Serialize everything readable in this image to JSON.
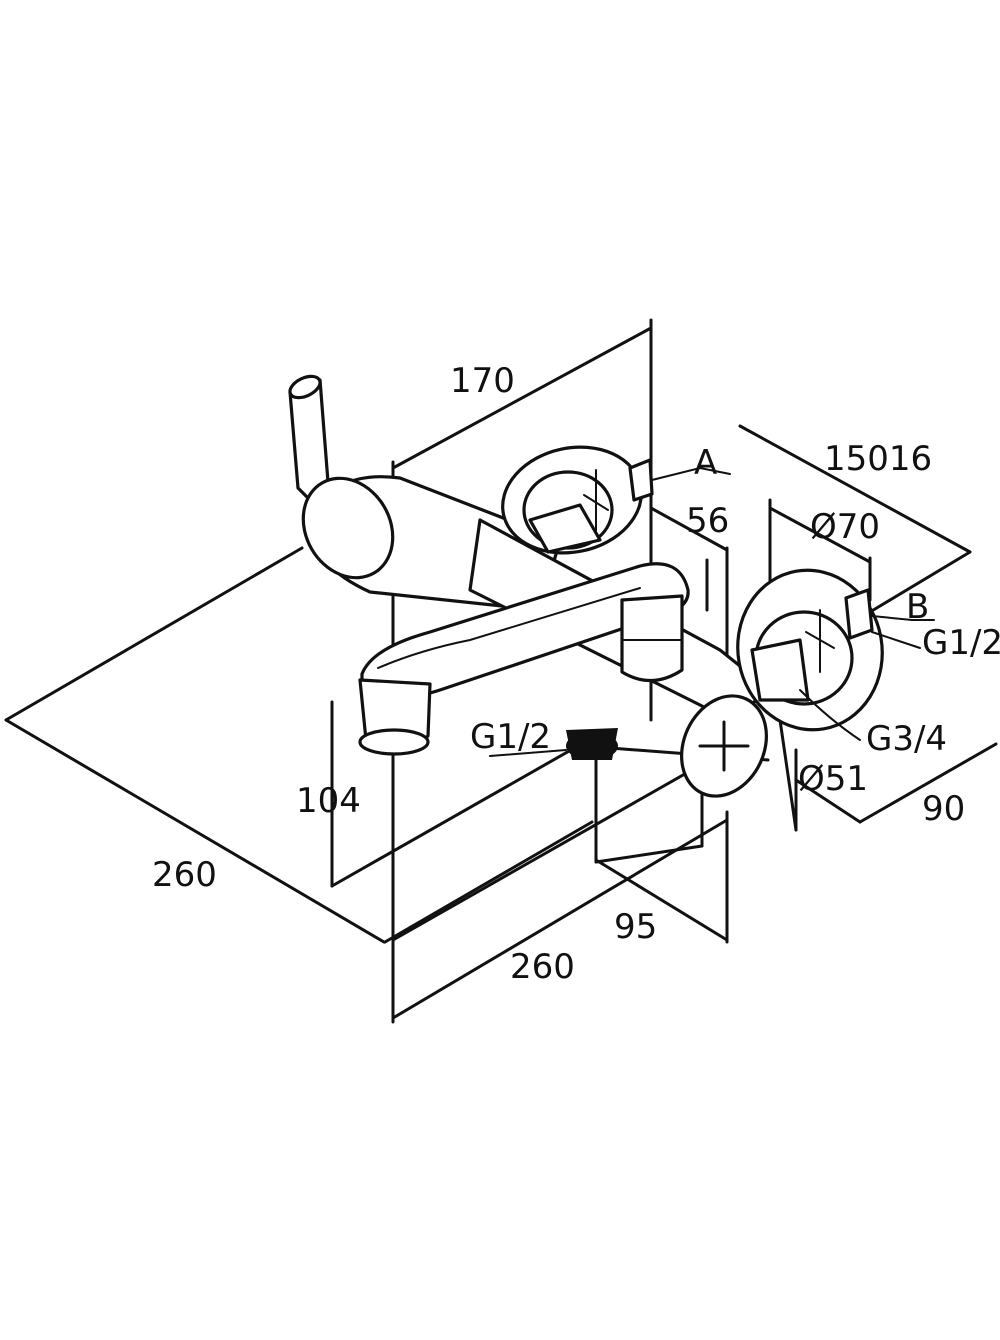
{
  "dimensions": {
    "top_width": "170",
    "right_depth": "15016",
    "outlet_offset": "56",
    "escutcheon_diameter": "Ø70",
    "spout_diameter": "Ø51",
    "height": "104",
    "left_depth": "260",
    "bottom_width": "260",
    "spout_offset": "95",
    "right_side": "90"
  },
  "callouts": {
    "connection_a": "A",
    "connection_b": "B",
    "thread_right": "G1/2",
    "thread_left": "G1/2",
    "thread_outlet": "G3/4"
  }
}
